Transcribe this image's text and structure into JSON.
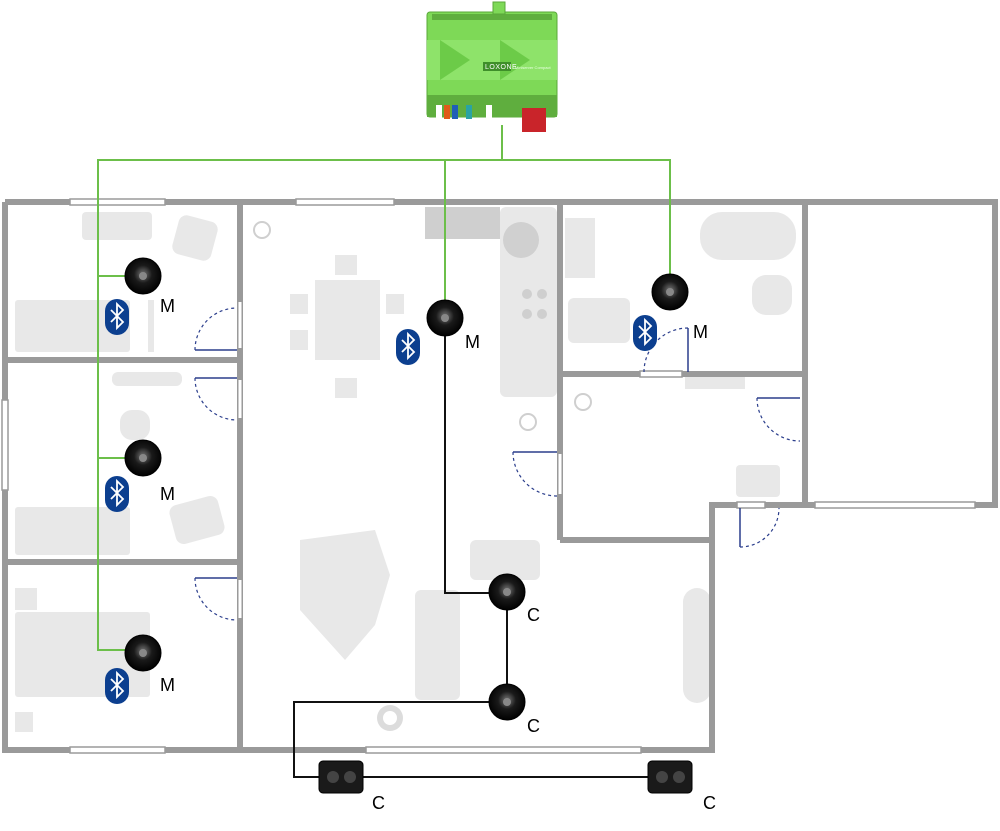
{
  "controller": {
    "brand": "LOXONE",
    "model": "Miniserver Compact"
  },
  "speakers": {
    "master_label": "M",
    "client_label": "C"
  },
  "colors": {
    "wall": "#9a9a9a",
    "furniture": "#e6e6e6",
    "green_wire": "#6cbf4a",
    "black_wire": "#111111",
    "bluetooth_badge": "#0c3f8f",
    "controller_body": "#7ed957"
  },
  "icons": {
    "speaker": "ceiling-speaker-icon",
    "wall_speaker": "wall-speaker-icon",
    "bluetooth": "bluetooth-icon"
  }
}
